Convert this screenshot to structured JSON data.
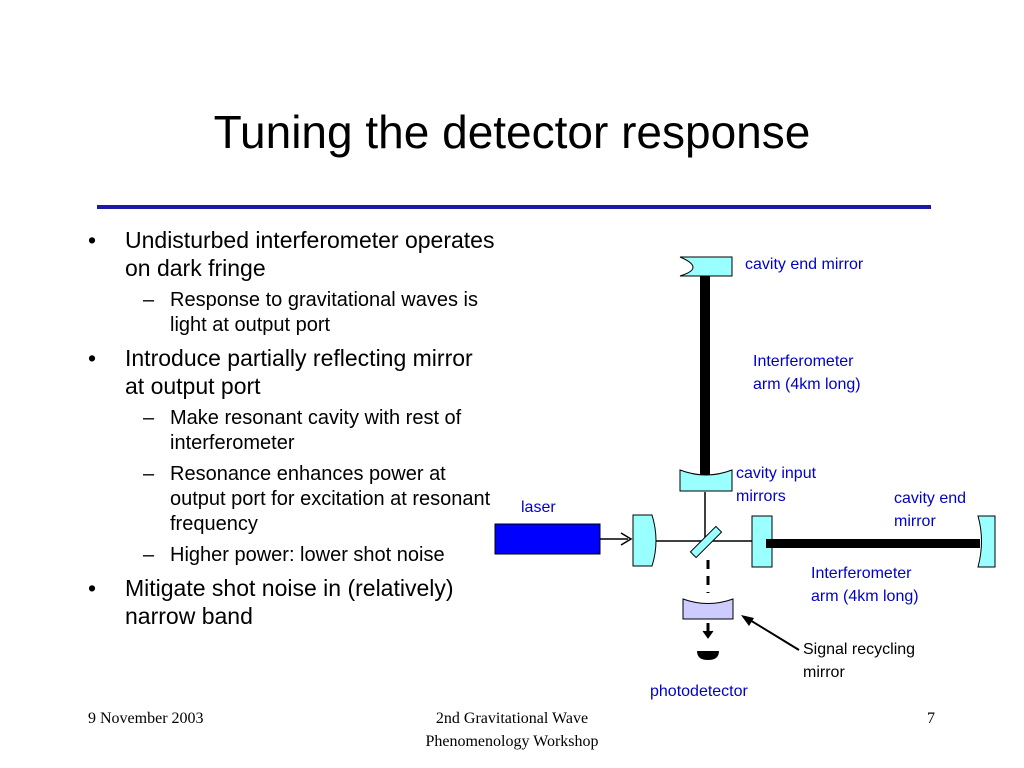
{
  "slide": {
    "title": "Tuning the detector response",
    "bullets": [
      {
        "level": 1,
        "text": "Undisturbed interferometer operates on dark fringe"
      },
      {
        "level": 2,
        "text": "Response to gravitational waves is light at output port"
      },
      {
        "level": 1,
        "text": "Introduce partially reflecting mirror at output port"
      },
      {
        "level": 2,
        "text": "Make resonant cavity with rest of interferometer"
      },
      {
        "level": 2,
        "text": "Resonance enhances power at output port for excitation at resonant frequency"
      },
      {
        "level": 2,
        "text": "Higher power: lower shot noise"
      },
      {
        "level": 1,
        "text": "Mitigate shot noise in (relatively) narrow band"
      }
    ],
    "bullet_marks": {
      "level1": "•",
      "level2": "–"
    }
  },
  "diagram": {
    "labels": {
      "cavity_end_mirror_top": "cavity end mirror",
      "arm_top_line1": "Interferometer",
      "arm_top_line2": "arm (4km long)",
      "cavity_input_line1": "cavity input",
      "cavity_input_line2": "mirrors",
      "laser": "laser",
      "cavity_end_right_line1": "cavity end",
      "cavity_end_right_line2": "mirror",
      "arm_right_line1": "Interferometer",
      "arm_right_line2": "arm (4km long)",
      "signal_recycling_line1": "Signal recycling",
      "signal_recycling_line2": "mirror",
      "photodetector": "photodetector"
    },
    "colors": {
      "label": "#0000cc",
      "mirror_fill": "#99ffff",
      "signal_mirror_fill": "#ccccff",
      "laser_fill": "#0000ff",
      "rule": "#1a1aa6"
    }
  },
  "footer": {
    "date": "9 November 2003",
    "event_line1": "2nd Gravitational Wave",
    "event_line2": "Phenomenology Workshop",
    "page": "7"
  }
}
